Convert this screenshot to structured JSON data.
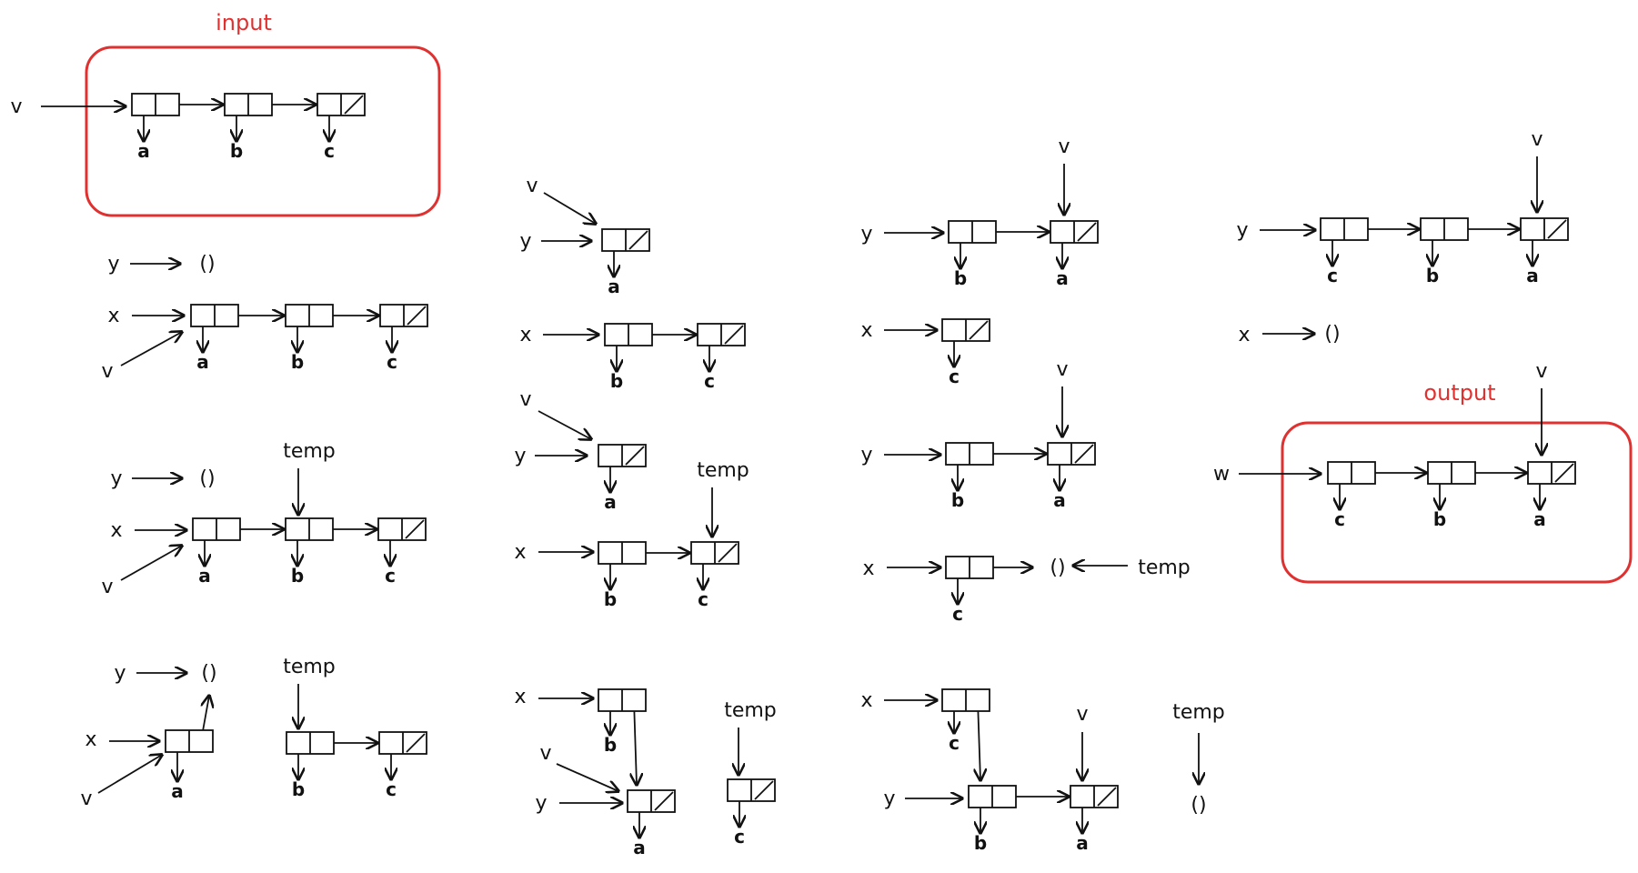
{
  "colors": {
    "ink": "#111111",
    "annotation": "#e03131"
  },
  "captions": {
    "input": "input",
    "output": "output"
  },
  "labels": {
    "v": "v",
    "x": "x",
    "y": "y",
    "w": "w",
    "temp": "temp",
    "nil": "()"
  },
  "atoms": {
    "a": "a",
    "b": "b",
    "c": "c"
  }
}
